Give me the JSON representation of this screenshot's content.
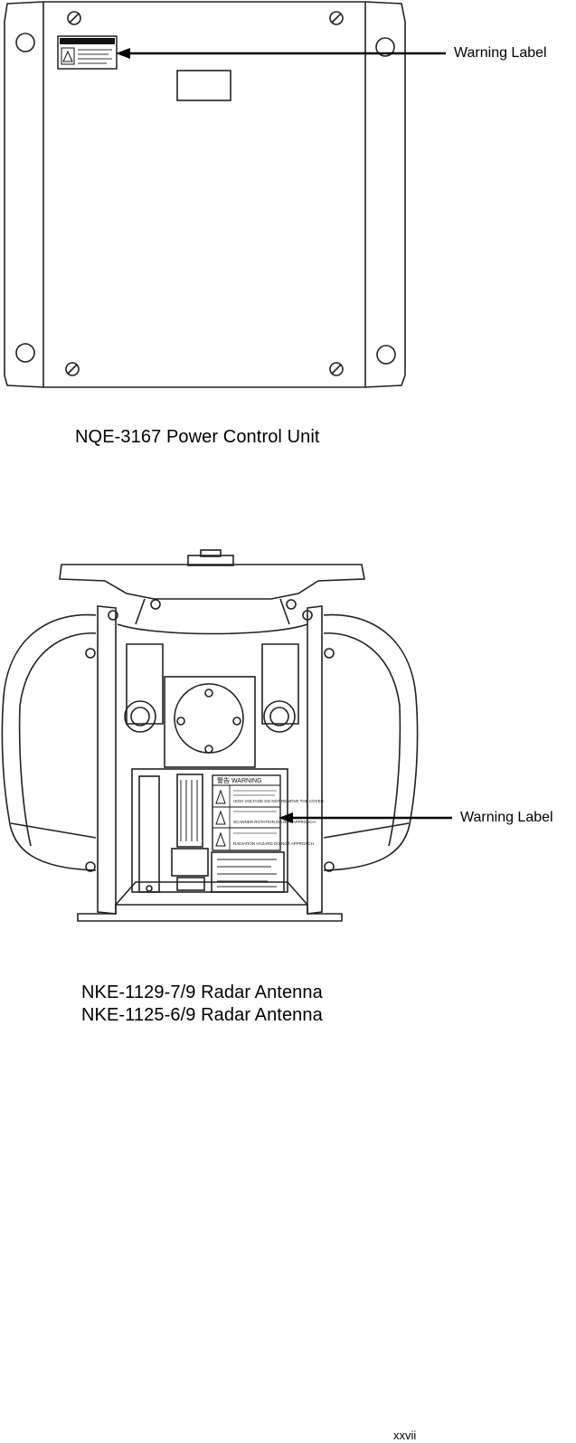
{
  "figure_1": {
    "caption": "NQE-3167 Power Control Unit",
    "callout": "Warning Label",
    "label_texts": {
      "title": "WARNING",
      "lines": [
        "",
        "",
        ""
      ]
    }
  },
  "figure_2": {
    "caption_lines": [
      "NKE-1129-7/9 Radar Antenna",
      "NKE-1125-6/9 Radar Antenna"
    ],
    "callout": "Warning Label",
    "warning_label": {
      "title": "警告 WARNING",
      "sections": [
        "HIGH VOLTAGE DO NOT REMOVE THE COVER",
        "SCANNER ROTATION DO NOT APPROACH",
        "RADIATION HAZARD DO NOT APPROACH"
      ]
    }
  },
  "page_number": "xxvii"
}
